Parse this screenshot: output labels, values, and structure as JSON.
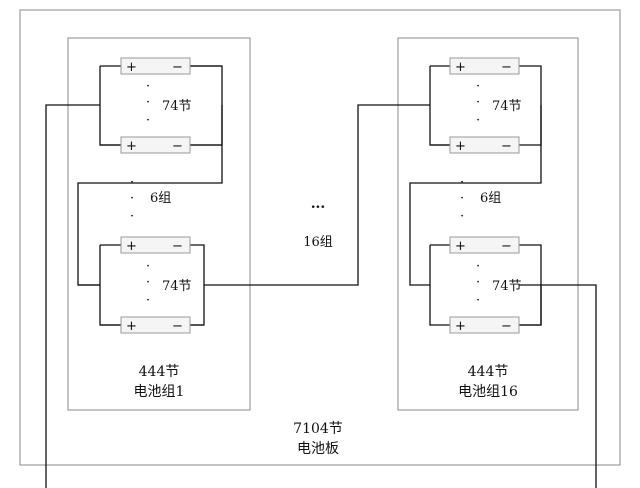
{
  "board": {
    "total_label": "7104节",
    "name_label": "电池板"
  },
  "groups": [
    {
      "id": "g1",
      "count_label": "444节",
      "name_label": "电池组1"
    },
    {
      "id": "g16",
      "count_label": "444节",
      "name_label": "电池组16"
    }
  ],
  "cell_string_label": "74节",
  "strings_label": "6组",
  "groups_label": "16组",
  "ellipsis": "...",
  "vdot": "·",
  "plus": "+",
  "minus": "−"
}
